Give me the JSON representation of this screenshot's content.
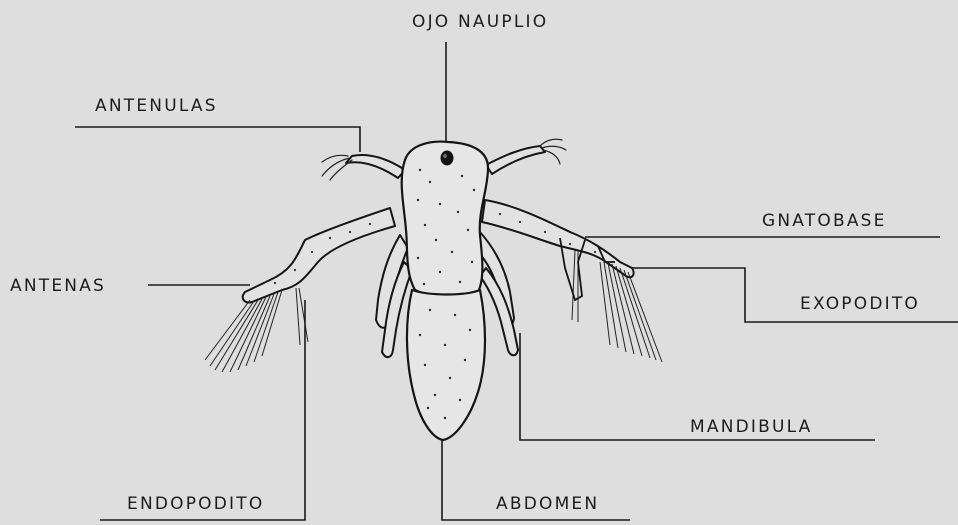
{
  "labels": {
    "eye": "OJO NAUPLIO",
    "antennules": "ANTENULAS",
    "antennae": "ANTENAS",
    "gnathobase": "GNATOBASE",
    "exopodite": "EXOPODITO",
    "mandible": "MANDIBULA",
    "endopodite": "ENDOPODITO",
    "abdomen": "ABDOMEN"
  },
  "icons": {
    "specimen": "nauplius-larva-drawing"
  }
}
